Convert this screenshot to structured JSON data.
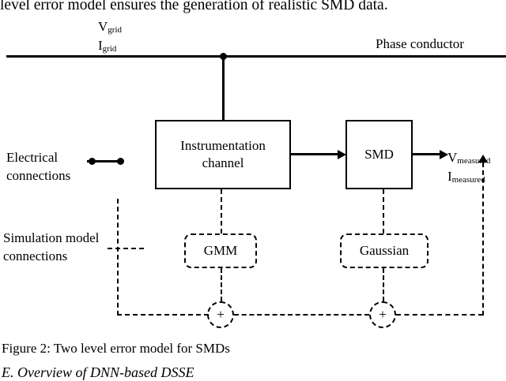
{
  "page": {
    "top_sentence": "level error model ensures the generation of realistic SMD data.",
    "figure_caption": "Figure 2: Two level error model for SMDs",
    "next_heading": "E.   Overview of DNN-based DSSE"
  },
  "diagram": {
    "title": "Two level error model for SMDs",
    "labels": {
      "grid_v": "V",
      "grid_v_sub": "grid",
      "grid_i": "I",
      "grid_i_sub": "grid",
      "phase_conductor": "Phase conductor",
      "measured_v": "V",
      "measured_v_sub": "measured",
      "measured_i": "I",
      "measured_i_sub": "measured"
    },
    "legend": [
      {
        "line1": "Electrical",
        "line2": "connections",
        "style": "solid",
        "name": "electrical-connections"
      },
      {
        "line1": "Simulation model",
        "line2": "connections",
        "style": "dashed",
        "name": "simulation-model-connections"
      }
    ],
    "blocks": [
      {
        "id": "instrumentation-channel",
        "line1": "Instrumentation",
        "line2": "channel",
        "style": "solid"
      },
      {
        "id": "smd",
        "line1": "SMD",
        "line2": "",
        "style": "solid"
      },
      {
        "id": "gmm",
        "line1": "GMM",
        "line2": "",
        "style": "dashed"
      },
      {
        "id": "gaussian",
        "line1": "Gaussian",
        "line2": "",
        "style": "dashed"
      }
    ],
    "sum_nodes": [
      {
        "id": "sum-node-left",
        "symbol": "+"
      },
      {
        "id": "sum-node-right",
        "symbol": "+"
      }
    ]
  }
}
